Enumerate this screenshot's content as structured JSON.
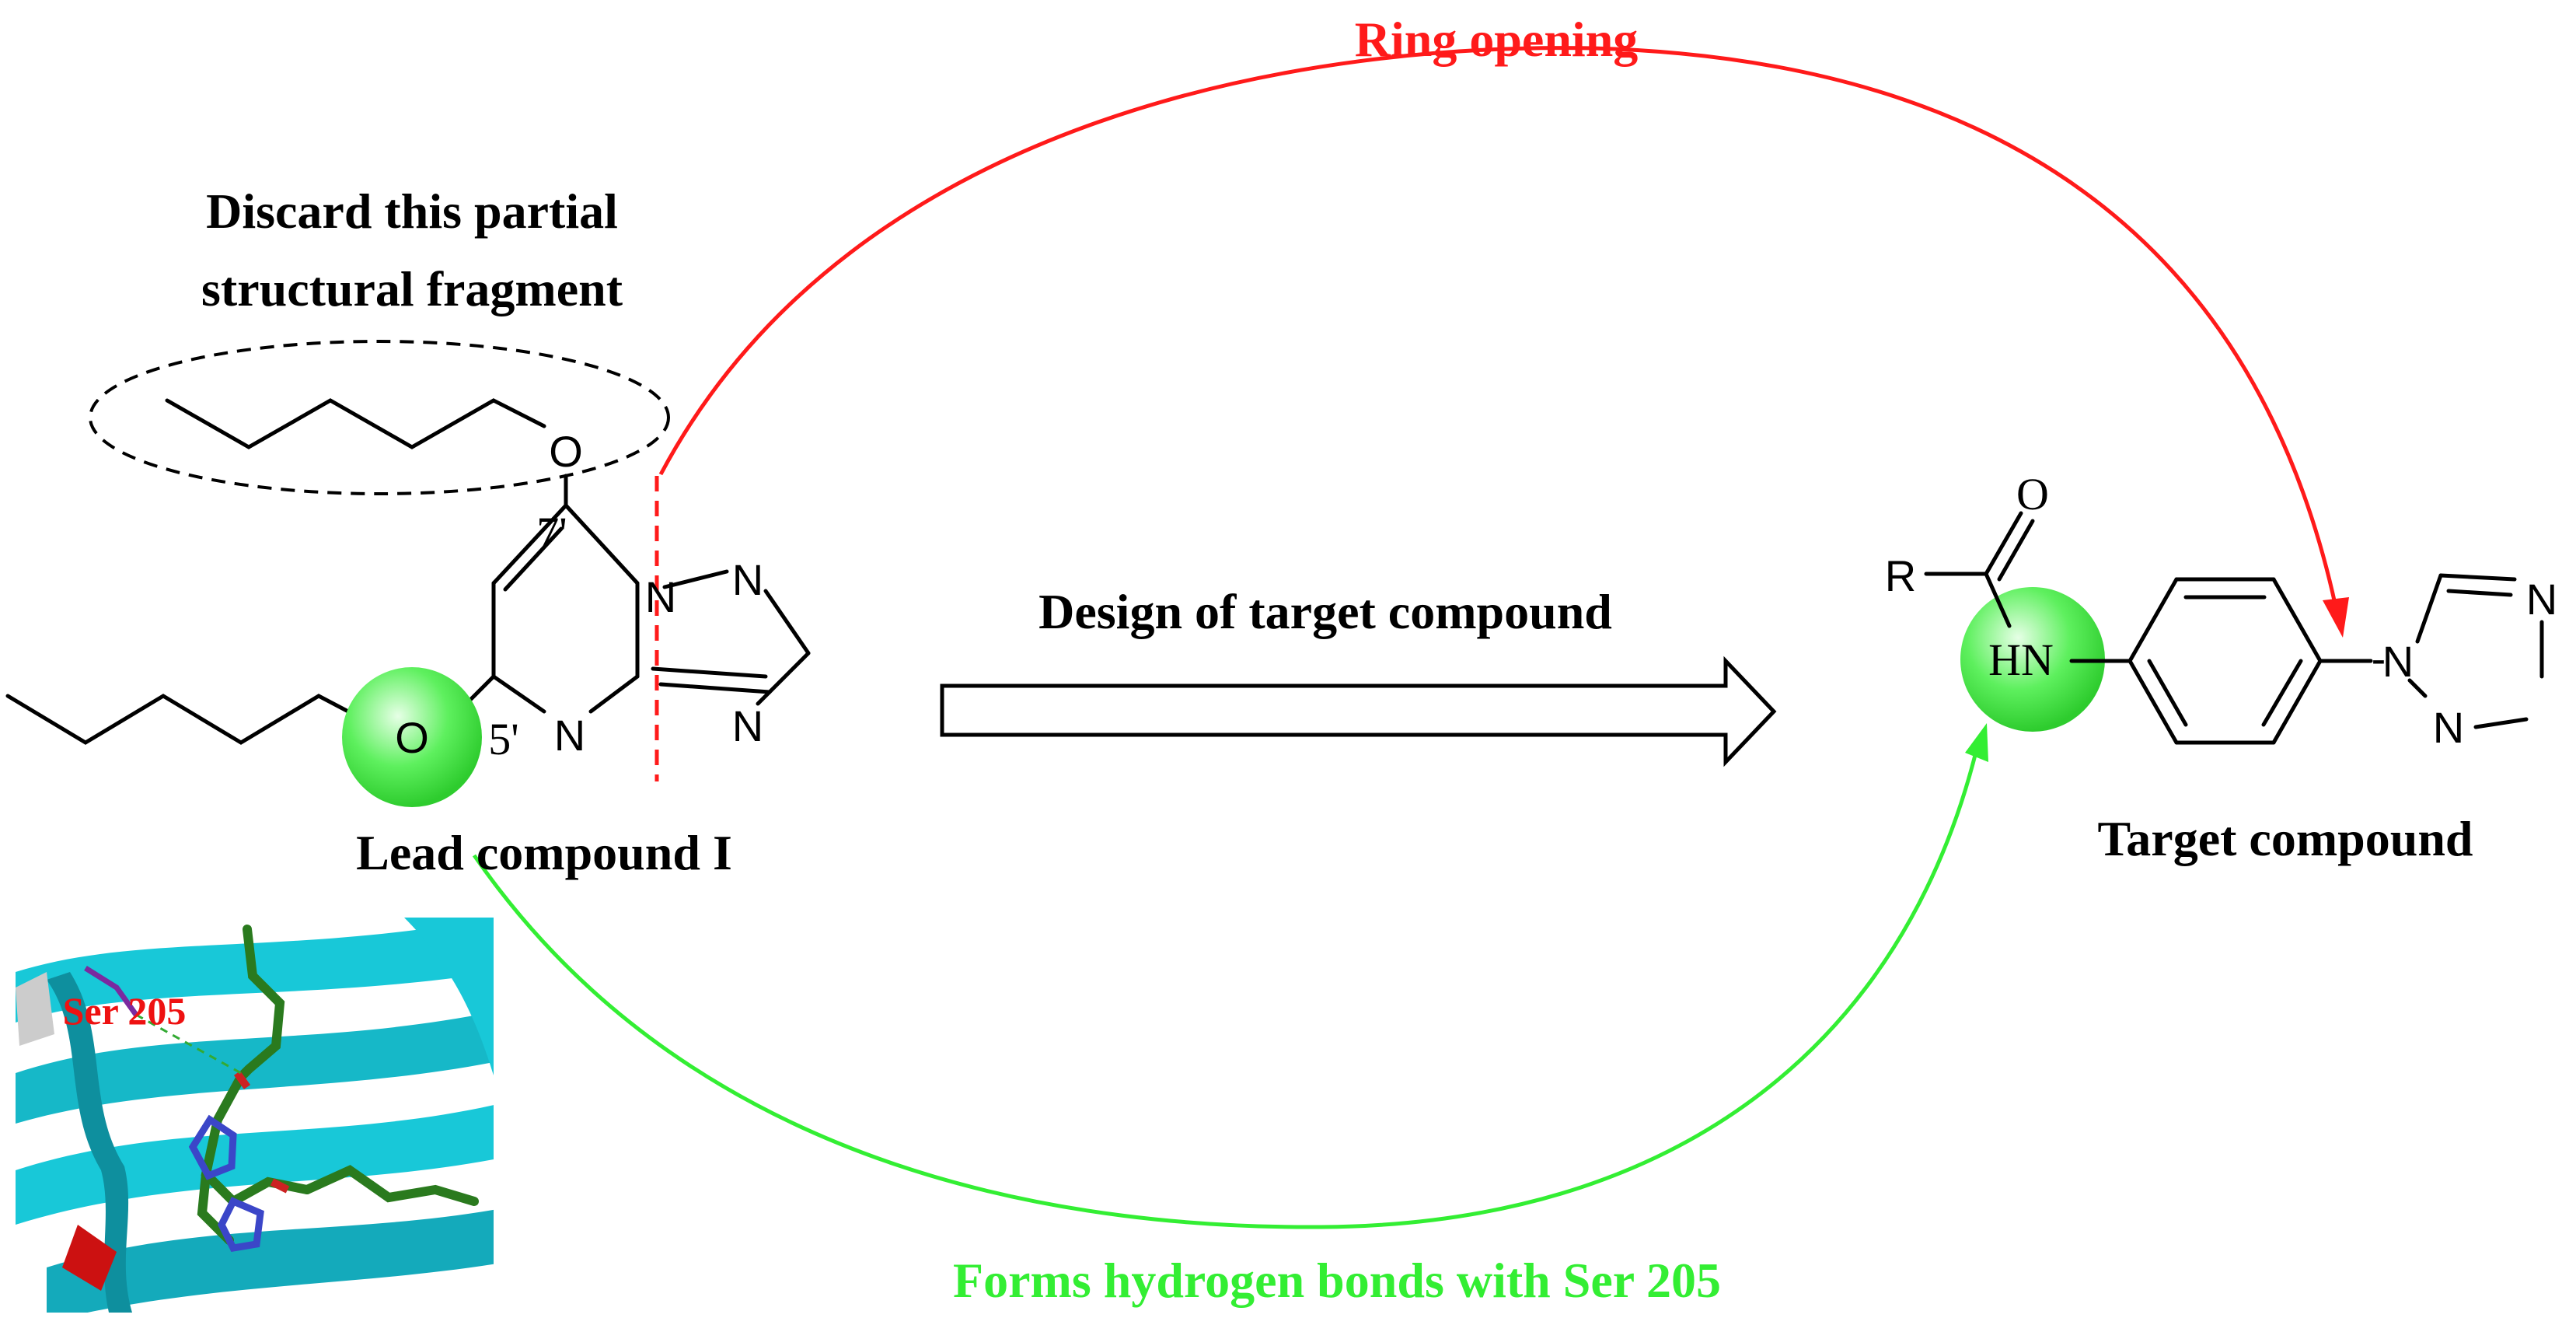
{
  "labels": {
    "ring_opening": "Ring opening",
    "discard_line1": "Discard this partial",
    "discard_line2": "structural fragment",
    "design": "Design of target compound",
    "lead": "Lead compound I",
    "target": "Target compound",
    "hbond": "Forms hydrogen bonds with Ser 205",
    "ser": "Ser 205"
  },
  "atoms": {
    "o_top": "O",
    "o_left": "O",
    "pos7": "7'",
    "pos5": "5'",
    "n1": "N",
    "n2": "N",
    "n3": "N",
    "n4": "N",
    "n_dash": "-",
    "r": "R",
    "o_carbonyl": "O",
    "hn": "HN",
    "t_n1": "N",
    "t_n2": "N",
    "t_n3": "N"
  },
  "colors": {
    "ring_opening": "#ff1a1a",
    "hbond": "#33ee33",
    "ser": "#ee1111",
    "ribbon": "#18c8d8",
    "ligand": "#2a7a1e",
    "highlight": "#55ee55"
  }
}
